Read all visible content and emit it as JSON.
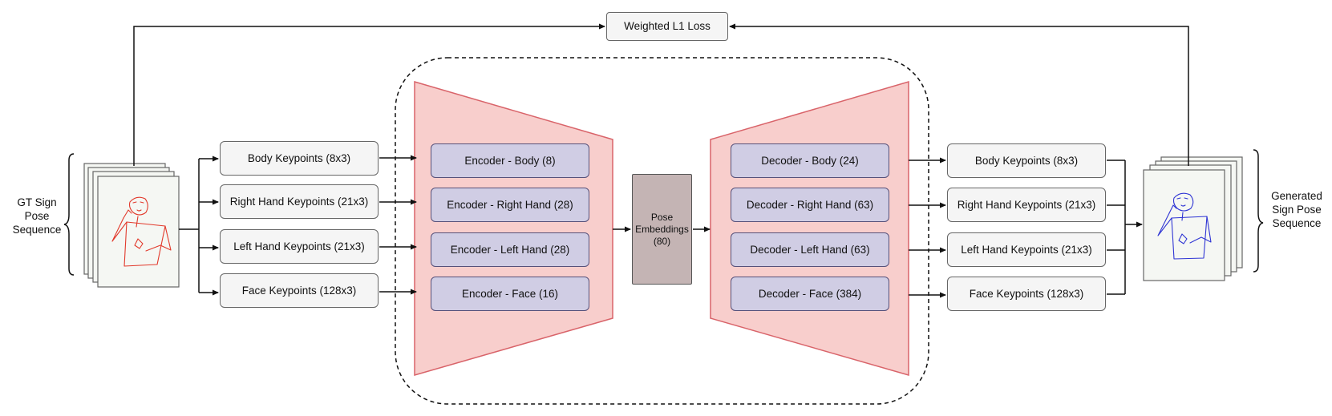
{
  "loss": {
    "label": "Weighted L1 Loss"
  },
  "input": {
    "label_lines": [
      "GT Sign",
      "Pose",
      "Sequence"
    ]
  },
  "output": {
    "label_lines": [
      "Generated",
      "Sign Pose",
      "Sequence"
    ]
  },
  "input_keypoints": [
    "Body Keypoints (8x3)",
    "Right Hand Keypoints (21x3)",
    "Left Hand Keypoints (21x3)",
    "Face Keypoints (128x3)"
  ],
  "encoders": [
    "Encoder - Body (8)",
    "Encoder - Right Hand (28)",
    "Encoder - Left Hand (28)",
    "Encoder - Face (16)"
  ],
  "embedding": {
    "label_lines": [
      "Pose",
      "Embeddings",
      "(80)"
    ]
  },
  "decoders": [
    "Decoder - Body (24)",
    "Decoder - Right Hand (63)",
    "Decoder - Left Hand (63)",
    "Decoder - Face (384)"
  ],
  "output_keypoints": [
    "Body Keypoints (8x3)",
    "Right Hand Keypoints (21x3)",
    "Left Hand Keypoints (21x3)",
    "Face Keypoints (128x3)"
  ],
  "colors": {
    "trapezoid_fill": "#f8cecc",
    "trapezoid_stroke": "#d9646a",
    "module_fill": "#d0cde4",
    "module_stroke": "#56517a",
    "gt_sketch": "#e23a2c",
    "generated_sketch": "#2f35d4"
  }
}
